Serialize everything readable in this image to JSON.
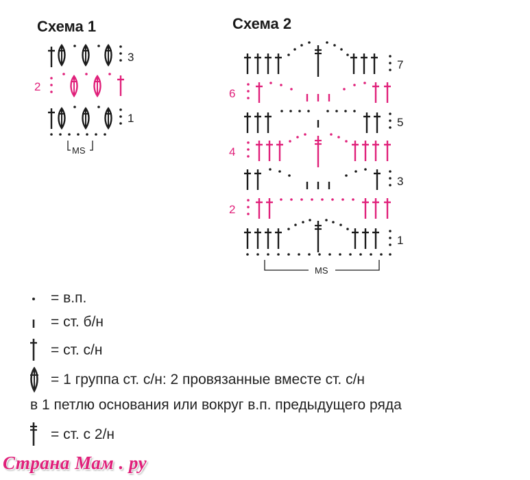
{
  "diagrams": [
    {
      "title": "Схема 1",
      "row_labels": [
        "3",
        "2",
        "1"
      ],
      "repeat_label": "MS"
    },
    {
      "title": "Схема 2",
      "row_labels": [
        "7",
        "6",
        "5",
        "4",
        "3",
        "2",
        "1"
      ],
      "repeat_label": "MS"
    }
  ],
  "legend": [
    {
      "symbol": "chain-stitch-icon",
      "text": "= в.п."
    },
    {
      "symbol": "single-crochet-icon",
      "text": "= ст. б/н"
    },
    {
      "symbol": "double-crochet-icon",
      "text": "= ст. с/н"
    },
    {
      "symbol": "dc-cluster-icon",
      "text": "= 1 группа ст. с/н: 2 провязанные вместе ст. с/н",
      "continuation": "в 1 петлю основания или вокруг в.п. предыдущего ряда"
    },
    {
      "symbol": "treble-crochet-icon",
      "text": "= ст. с 2/н"
    }
  ],
  "watermark": "Страна Мам . ру",
  "colors": {
    "ink": "#1a1a1a",
    "accent": "#e0207a"
  }
}
